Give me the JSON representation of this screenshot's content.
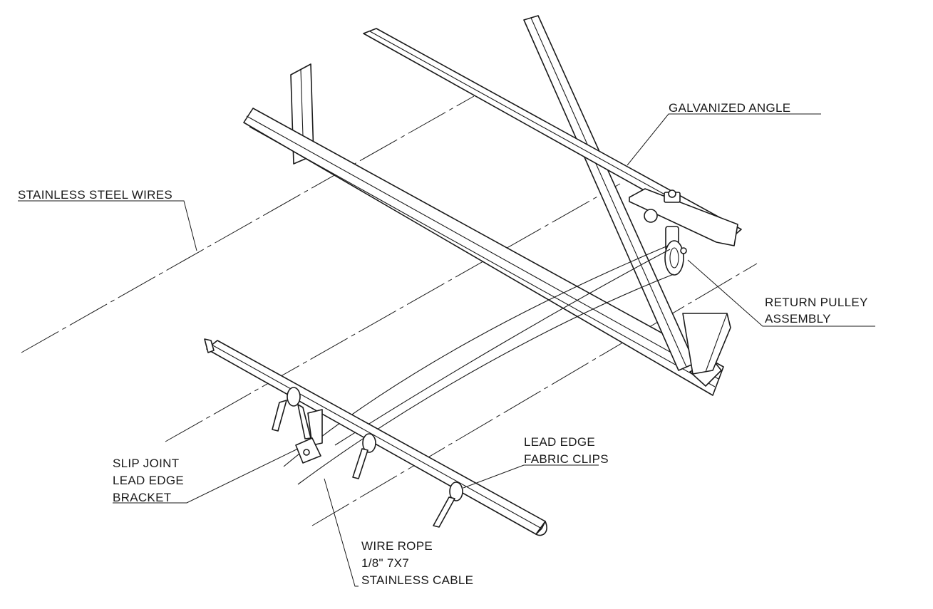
{
  "callouts": {
    "galvanized_angle": [
      "GALVANIZED ANGLE"
    ],
    "stainless_steel_wires": [
      "STAINLESS STEEL WIRES"
    ],
    "return_pulley_assembly": [
      "RETURN PULLEY",
      "ASSEMBLY"
    ],
    "lead_edge_fabric_clips": [
      "LEAD EDGE",
      "FABRIC CLIPS"
    ],
    "slip_joint_lead_edge_bracket": [
      "SLIP JOINT",
      "LEAD EDGE",
      "BRACKET"
    ],
    "wire_rope_cable": [
      "WIRE ROPE",
      "1/8\" 7X7",
      "STAINLESS CABLE"
    ]
  }
}
